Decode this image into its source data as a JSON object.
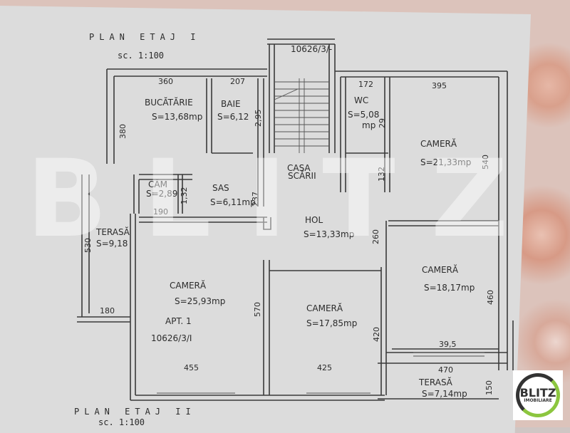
{
  "plan": {
    "title_top": "PLAN ETAJ I",
    "scale_top": "sc. 1:100",
    "title_bottom": "PLAN ETAJ II",
    "scale_bottom": "sc. 1:100",
    "stair_code": "10626/3/-",
    "apartment": "APT. 1",
    "apartment_code": "10626/3/I"
  },
  "rooms": {
    "bucatarie": {
      "name": "BUCĂTĂRIE",
      "area": "S=13,68mp"
    },
    "baie": {
      "name": "BAIE",
      "area": "S=6,12"
    },
    "wc": {
      "name": "WC",
      "area": "S=5,08",
      "unit": "mp"
    },
    "camera1": {
      "name": "CAMERĂ",
      "area": "S=21,33mp"
    },
    "casa_scarii": {
      "name1": "CASA",
      "name2": "SCĂRII"
    },
    "cam": {
      "name": "CĂM",
      "area": "S=2,89"
    },
    "sas": {
      "name": "SAS",
      "area": "S=6,11mp"
    },
    "hol": {
      "name": "HOL",
      "area": "S=13,33mp"
    },
    "terasa_left": {
      "name": "TERASĂ",
      "area": "S=9,18"
    },
    "camera2": {
      "name": "CAMERĂ",
      "area": "S=25,93mp"
    },
    "camera3": {
      "name": "CAMERĂ",
      "area": "S=17,85mp"
    },
    "camera4": {
      "name": "CAMERĂ",
      "area": "S=18,17mp"
    },
    "terasa_bottom": {
      "name": "TERASĂ",
      "area": "S=7,14mp"
    }
  },
  "dimensions": {
    "d360": "360",
    "d207": "207",
    "d172": "172",
    "d395": "395",
    "d380": "380",
    "d295": "2,95",
    "d29": "29",
    "d540": "540",
    "d132a": "132",
    "d132b": "1,32",
    "d237": "237",
    "d190": "190",
    "d530": "530",
    "d260": "260",
    "d180": "180",
    "d570": "570",
    "d420": "420",
    "d460": "460",
    "d395b": "39,5",
    "d455": "455",
    "d425": "425",
    "d470": "470",
    "d150": "150"
  },
  "watermark": "BLITZ",
  "logo": {
    "name": "BLITZ",
    "sub": "IMOBILIARE"
  },
  "colors": {
    "paper": "#dcdcdc",
    "ink": "#2b2b2b",
    "logo_green": "#8cc63f"
  }
}
